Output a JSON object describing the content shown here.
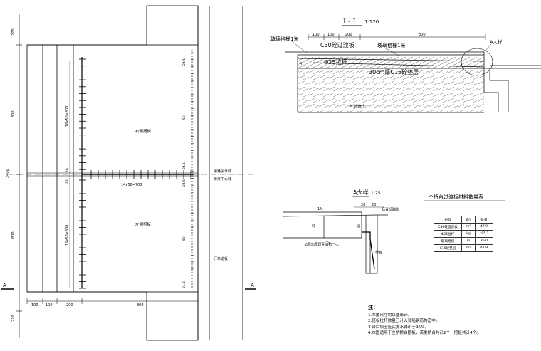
{
  "plan": {
    "dims_left": [
      "270",
      "800",
      "2400",
      "800",
      "270"
    ],
    "dims_bottom": [
      "100",
      "100",
      "200",
      "800"
    ],
    "dims_vert_center": [
      "16x50=800",
      "16x50=800",
      "43",
      "40"
    ],
    "dim_horizontal": "14x50=700",
    "dims_right": [
      "24.5",
      "50",
      "24.5",
      "24.5",
      "50",
      "24.5"
    ],
    "label_right_slab": "右侧搭板",
    "label_left_slab": "左侧搭板",
    "road_design_line_1": "道路设计线",
    "road_design_line_2": "桥梁中心线",
    "lane_label": "行车道板",
    "section_mark": "A"
  },
  "section": {
    "title": "I - I",
    "scale": "1:120",
    "dims_top": [
      "100",
      "100",
      "200",
      "800"
    ],
    "label_glass_grid_1": "玻璃格栅1米",
    "label_c30": "C30砼过渡板",
    "label_glass_grid_2": "玻璃格栅1米",
    "label_rebar": "Φ25拉杆",
    "label_c15": "30cm厚C15砼垫层",
    "label_backfill": "台后填土",
    "label_detail_a": "A大样",
    "label_r": "R"
  },
  "detail": {
    "title": "A大样",
    "scale": "1:25",
    "dims": [
      "20",
      "20",
      "35",
      "50"
    ],
    "label_slope": "1%",
    "label_asphalt_seal": "沥青玛蹄脂",
    "label_asphalt_felt": "2层未厚沥青油毡",
    "label_abutment": "桥台"
  },
  "materials": {
    "title": "一个桥台过渡板材料数量表",
    "headers": [
      "材料",
      "单位",
      "数量"
    ],
    "rows": [
      [
        "C30砼過渡板",
        "m³",
        "47.9"
      ],
      [
        "Φ25拉杆",
        "kg",
        "195.1"
      ],
      [
        "玻璃格栅",
        "m",
        "36.0"
      ],
      [
        "C15砼垫层",
        "m³",
        "41.9"
      ]
    ]
  },
  "notes": {
    "heading": "注：",
    "items": [
      "1.本图尺寸均以厘米计。",
      "2.搭板拉杆数量已计入背墙钢筋构造中。",
      "3.台后填土压实度不得小于96%。",
      "4.本图适用于全桥桥台搭板，该类桥台共计2个，搭板共计4个。"
    ]
  }
}
